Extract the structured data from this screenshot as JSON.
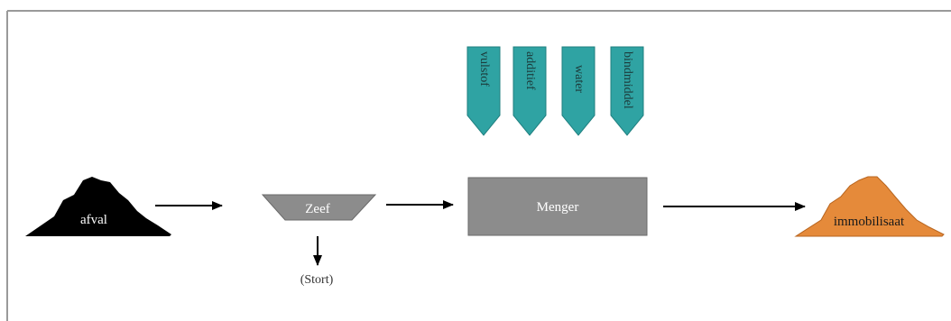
{
  "diagram": {
    "inputs": [
      {
        "label": "vulstof"
      },
      {
        "label": "additief"
      },
      {
        "label": "water"
      },
      {
        "label": "bindmiddel"
      }
    ],
    "nodes": {
      "waste": {
        "label": "afval"
      },
      "sieve": {
        "label": "Zeef"
      },
      "reject": {
        "label": "(Stort)"
      },
      "mixer": {
        "label": "Menger"
      },
      "product": {
        "label": "immobilisaat"
      }
    },
    "colors": {
      "waste_fill": "#000000",
      "sieve_fill": "#8c8c8c",
      "mixer_fill": "#8c8c8c",
      "input_fill": "#2fa3a3",
      "product_fill": "#e58a3a",
      "arrow": "#000000",
      "frame_line": "#9a9a9a"
    }
  }
}
